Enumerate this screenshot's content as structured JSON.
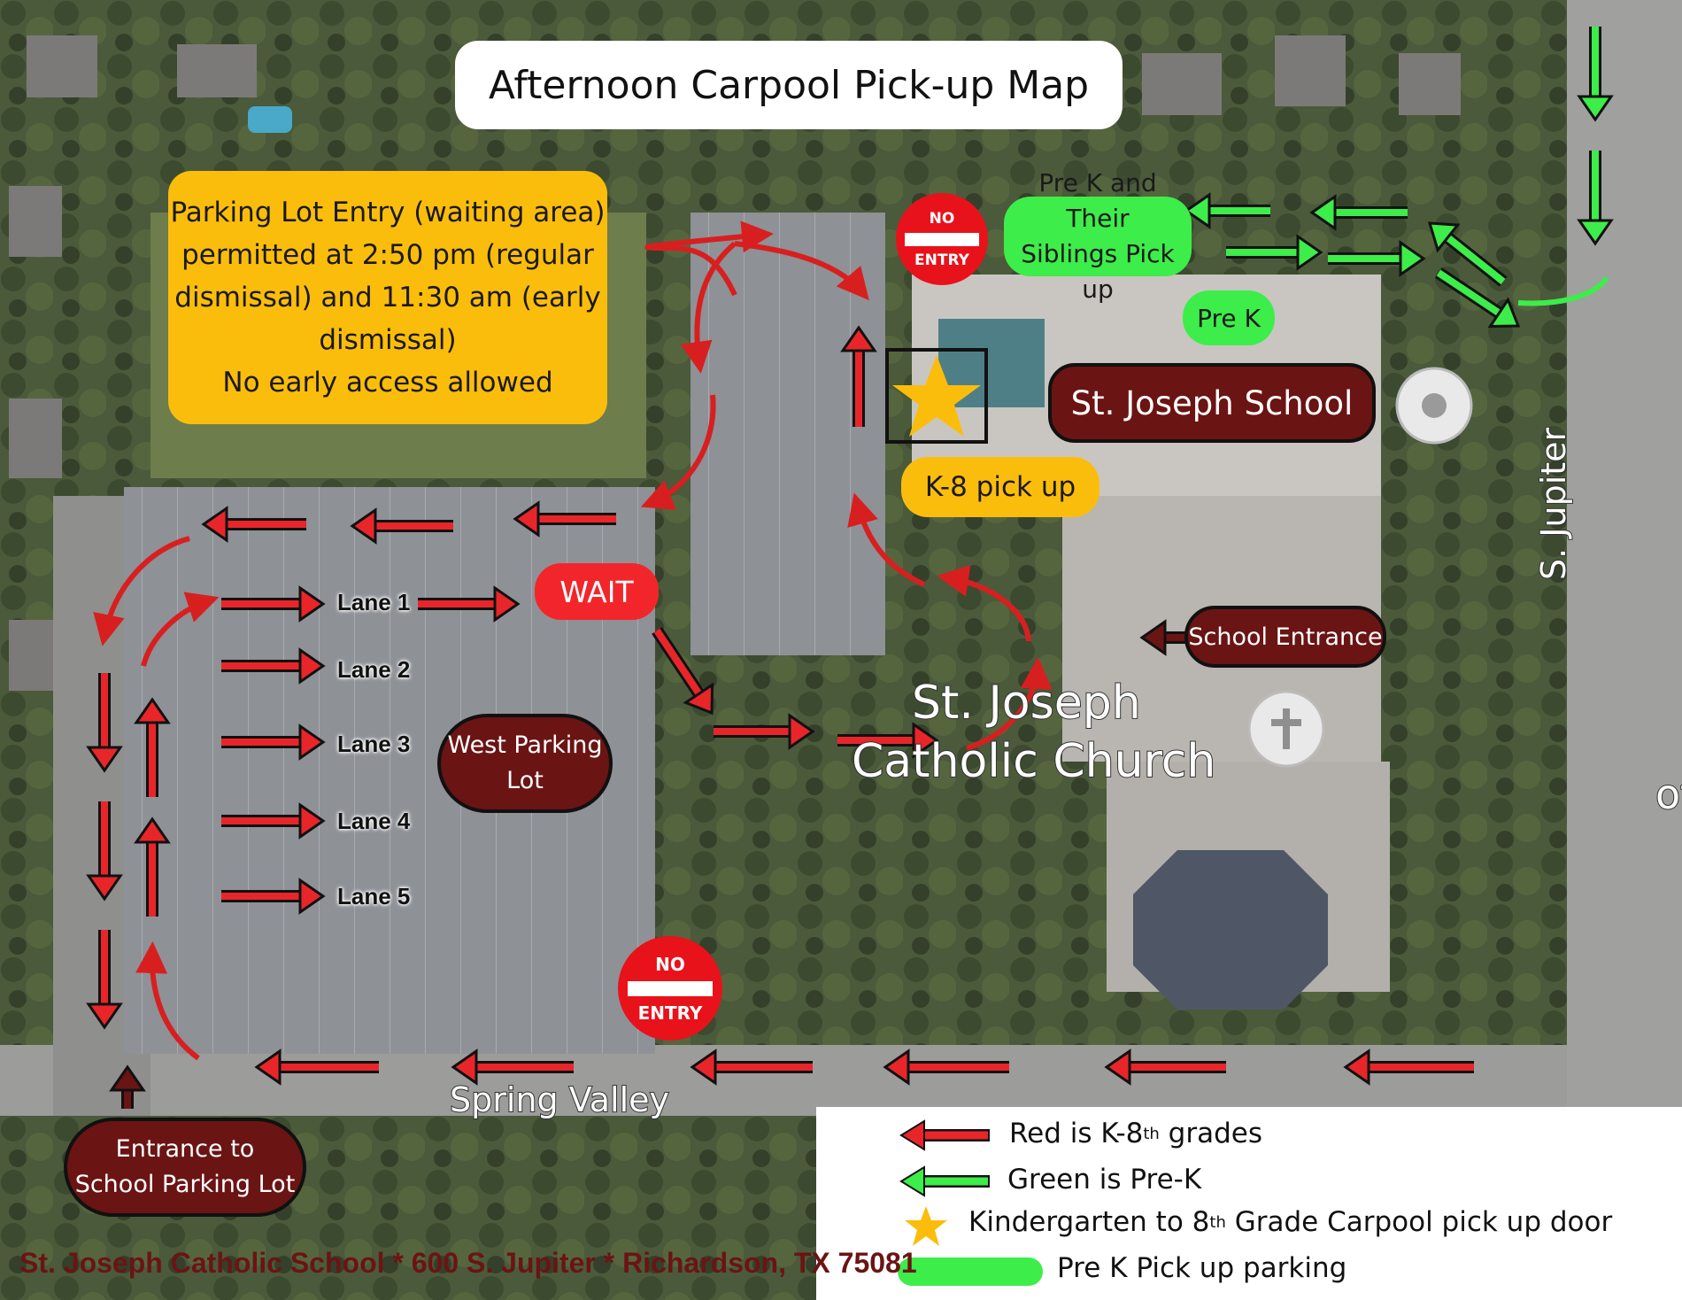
{
  "title": "Afternoon Carpool Pick-up Map",
  "notice": {
    "lines": [
      "Parking Lot Entry (waiting area)",
      "permitted at 2:50 pm (regular",
      "dismissal) and 11:30 am (early",
      "dismissal)",
      "No early access allowed"
    ]
  },
  "signs": {
    "no_entry_top": "NO",
    "no_entry_bottom": "ENTRY"
  },
  "labels": {
    "prek_siblings": [
      "Pre K and Their",
      "Siblings Pick up"
    ],
    "prek": "Pre K",
    "school": "St. Joseph School",
    "k8_pickup": "K-8 pick up",
    "school_entrance": "School Entrance",
    "wait": "WAIT",
    "west_lot": [
      "West Parking",
      "Lot"
    ],
    "entrance_lot": [
      "Entrance to",
      "School Parking Lot"
    ],
    "church": [
      "St. Joseph",
      "Catholic Church"
    ],
    "street_jupiter": "S. Jupiter",
    "street_spring_valley": "Spring Valley",
    "edge_text": "of"
  },
  "lanes": [
    "Lane 1",
    "Lane 2",
    "Lane 3",
    "Lane 4",
    "Lane 5"
  ],
  "legend": {
    "red_prefix": "Red is K-8",
    "red_sup": "th",
    "red_suffix": " grades",
    "green": "Green is Pre-K",
    "star_prefix": "Kindergarten to 8",
    "star_sup": "th",
    "star_suffix": " Grade Carpool pick up door",
    "parking": "Pre K Pick up parking"
  },
  "footer": "St. Joseph Catholic  School * 600 S. Jupiter * Richardson, TX 75081",
  "colors": {
    "red_arrow": "#e8262a",
    "green_arrow": "#3ded4a",
    "maroon": "#6b1414",
    "yellow": "#fbbd0c",
    "no_entry_red": "#e8121b"
  }
}
